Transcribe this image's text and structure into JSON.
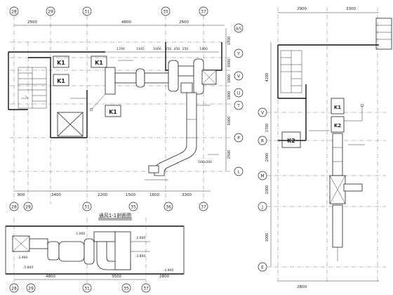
{
  "plan_main": {
    "grid_top": [
      "28",
      "29",
      "31",
      "35",
      "37"
    ],
    "grid_bottom": [
      "28",
      "29",
      "31",
      "35",
      "36",
      "37"
    ],
    "grid_rows": [
      "A/S",
      "Y",
      "V",
      "U",
      "T",
      "P",
      "L"
    ],
    "dims_top": [
      "2500",
      "4800",
      "2500"
    ],
    "dims_bottom": [
      "900",
      "3400",
      "2200",
      "1500",
      "1600",
      "3300"
    ],
    "dims_right": [
      "1700",
      "3000",
      "1800",
      "1800",
      "5000",
      "2500"
    ],
    "dims_duct": [
      "1700",
      "1165",
      "1000",
      "250",
      "450",
      "250",
      "1400"
    ],
    "units": [
      "K1",
      "K1",
      "K1",
      "K1"
    ],
    "duct_size": "500x200"
  },
  "section": {
    "title": "通风1-1剖面图",
    "grid": [
      "28",
      "29",
      "31",
      "35",
      "37"
    ],
    "dims_bottom": [
      "4800",
      "3500",
      "2800"
    ],
    "levels": [
      "-3.900",
      "-5.800",
      "-1.000",
      "-2.600",
      "-3.800",
      "-3.900"
    ]
  },
  "plan_side": {
    "grid_top": [
      "2900",
      "3300"
    ],
    "grid_rows": [
      "V",
      "R",
      "M",
      "J",
      "E"
    ],
    "dims_left": [
      "4200",
      "1700",
      "2000",
      "2000",
      "3000"
    ],
    "units": [
      "K1",
      "K2",
      "K2"
    ],
    "dims_bottom": [
      "2800"
    ]
  }
}
